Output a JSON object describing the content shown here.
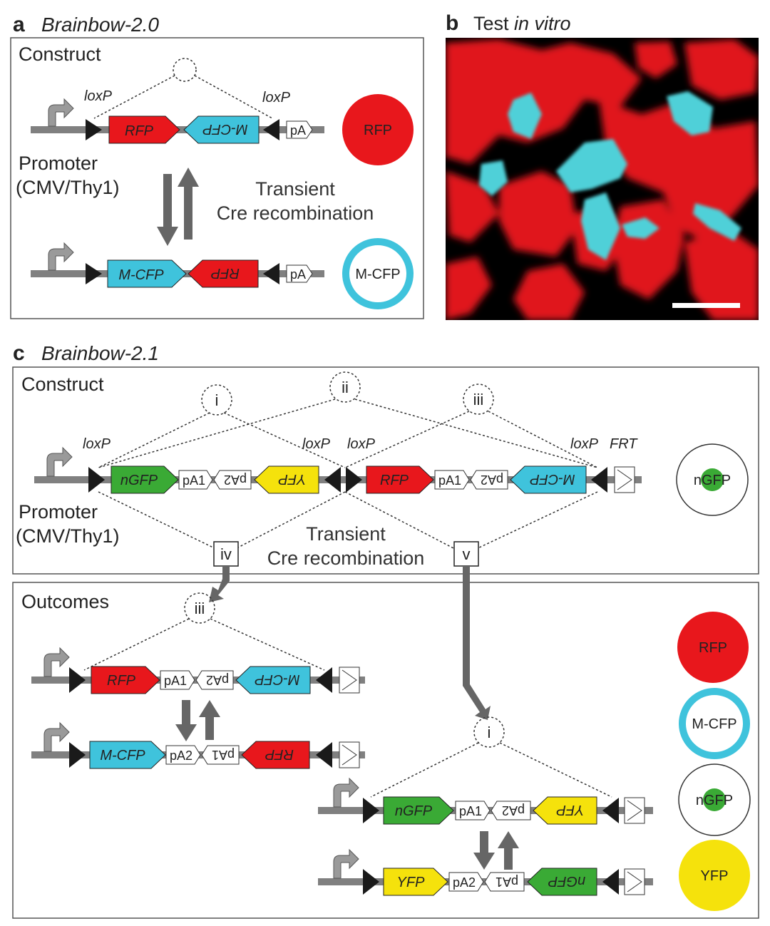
{
  "panel_a": {
    "letter": "a",
    "title": "Brainbow-2.0",
    "section": "Construct",
    "loxp_left": "loxP",
    "loxp_right": "loxP",
    "promoter": "Promoter",
    "promoter_detail": "(CMV/Thy1)",
    "transient": "Transient",
    "cre": "Cre recombination",
    "row1": {
      "gene1": "RFP",
      "gene2": "M-CFP",
      "pa": "pA"
    },
    "row2": {
      "gene1": "M-CFP",
      "gene2": "RFP",
      "pa": "pA"
    },
    "cell_rfp": "RFP",
    "cell_mcfp": "M-CFP"
  },
  "panel_b": {
    "letter": "b",
    "title_prefix": "Test ",
    "title_italic": "in vitro"
  },
  "panel_c": {
    "letter": "c",
    "title": "Brainbow-2.1",
    "construct_section": "Construct",
    "outcomes_section": "Outcomes",
    "promoter": "Promoter",
    "promoter_detail": "(CMV/Thy1)",
    "transient": "Transient",
    "cre": "Cre recombination",
    "loxp_labels": [
      "loxP",
      "loxP",
      "loxP",
      "loxP"
    ],
    "frt": "FRT",
    "roman": {
      "i": "i",
      "ii": "ii",
      "iii": "iii",
      "iv": "iv",
      "v": "v"
    },
    "construct_genes": [
      "nGFP",
      "pA1",
      "pA2",
      "YFP",
      "RFP",
      "pA1",
      "pA2",
      "M-CFP"
    ],
    "outcome1_genes": [
      "RFP",
      "pA1",
      "pA2",
      "M-CFP"
    ],
    "outcome2_genes": [
      "M-CFP",
      "pA2",
      "pA1",
      "RFP"
    ],
    "outcome3_genes": [
      "nGFP",
      "pA1",
      "pA2",
      "YFP"
    ],
    "outcome4_genes": [
      "YFP",
      "pA2",
      "pA1",
      "nGFP"
    ],
    "cells": [
      "nGFP",
      "RFP",
      "M-CFP",
      "nGFP",
      "YFP"
    ]
  },
  "colors": {
    "rfp": "#e8171c",
    "cfp": "#3fc3dc",
    "gfp": "#3aaa35",
    "yfp": "#f5e20c",
    "backbone": "#808080",
    "arrow": "#666666"
  }
}
